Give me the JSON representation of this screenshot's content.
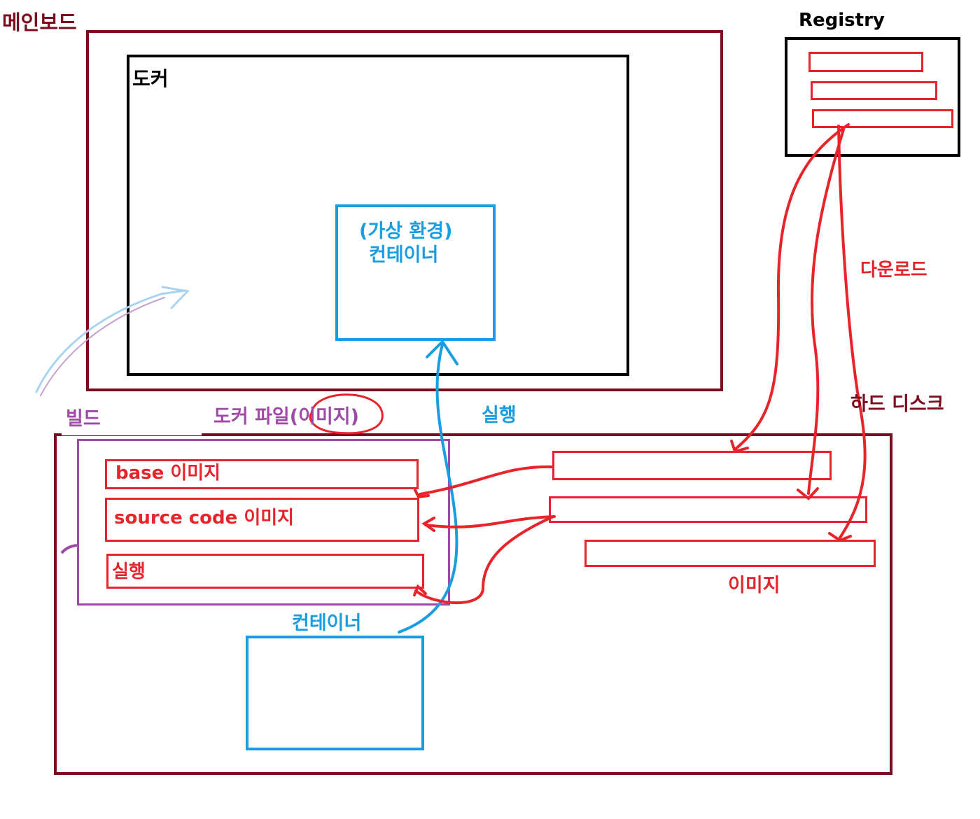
{
  "labels": {
    "mainboard": "메인보드",
    "docker": "도커",
    "container_top_line1": "(가상 환경)",
    "container_top_line2": "컨테이너",
    "registry": "Registry",
    "download": "다운로드",
    "hard_disk": "하드 디스크",
    "build": "빌드",
    "docker_file_prefix": "도커 파일(",
    "docker_file_image": "이미지",
    "docker_file_suffix": ")",
    "run": "실행",
    "base_image": "base 이미지",
    "source_code_image": "source code 이미지",
    "run_layer": "실행",
    "container_bottom": "컨테이너",
    "images": "이미지"
  },
  "colors": {
    "mainboard": "#7b0d1e",
    "docker": "#000000",
    "container": "#1a9ee0",
    "registry": "#000000",
    "image": "#e8242b",
    "build": "#a04aa8",
    "hard_disk": "#7b0d1e"
  }
}
